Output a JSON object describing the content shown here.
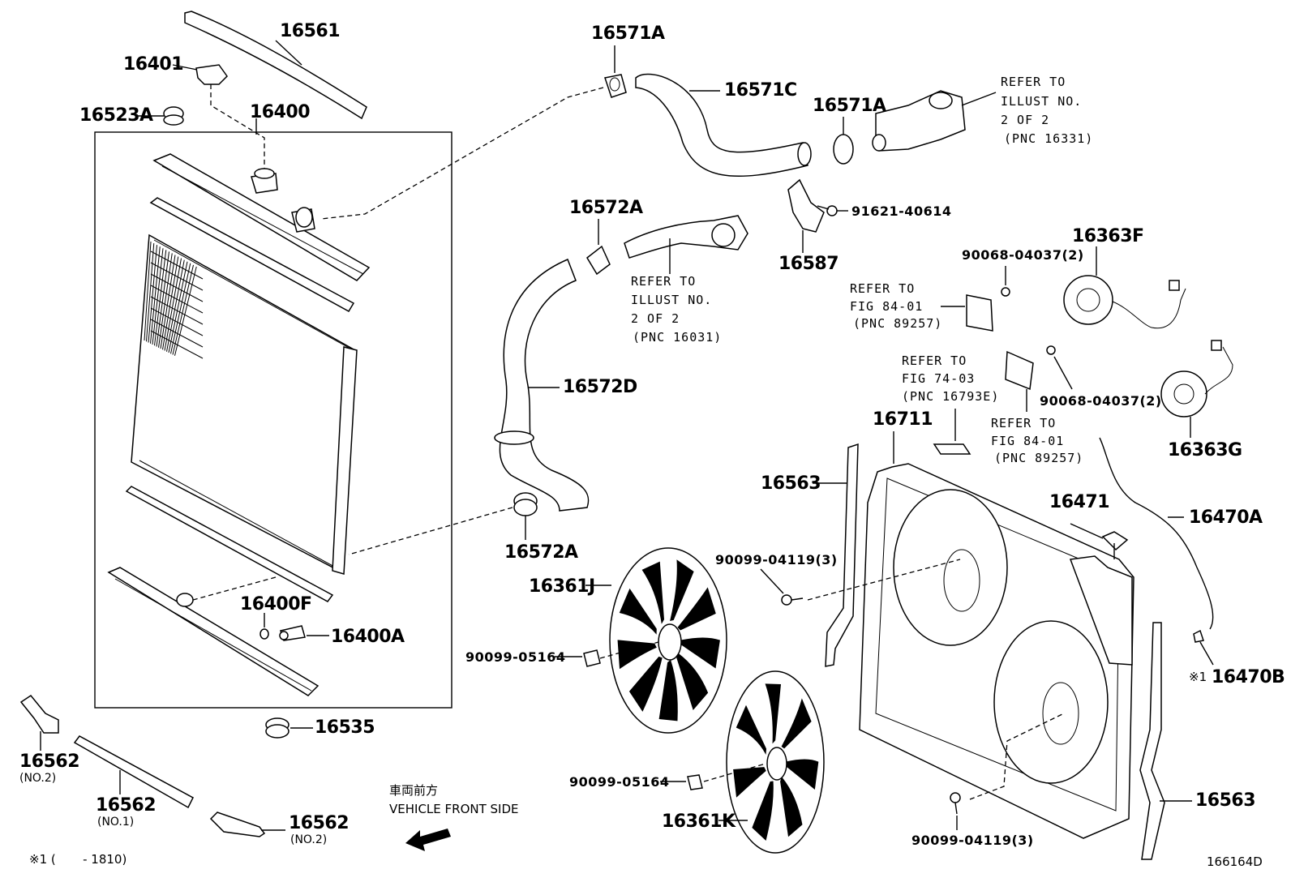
{
  "labels": {
    "p16561": "16561",
    "p16401": "16401",
    "p16523A": "16523A",
    "p16400": "16400",
    "p16571A_top": "16571A",
    "p16571C": "16571C",
    "p16571A_right": "16571A",
    "p16572A_top": "16572A",
    "p91621": "91621-40614",
    "p16587": "16587",
    "p16572D": "16572D",
    "p16572A_bottom": "16572A",
    "p16363F": "16363F",
    "p90068_a": "90068-04037(2)",
    "p90068_b": "90068-04037(2)",
    "p16363G": "16363G",
    "p16711": "16711",
    "p16563_left": "16563",
    "p16471": "16471",
    "p16470A": "16470A",
    "p16361J": "16361J",
    "p90099_04119_a": "90099-04119(3)",
    "p16400F": "16400F",
    "p16400A": "16400A",
    "p90099_05164_a": "90099-05164",
    "p16470B": "16470B",
    "p16535": "16535",
    "p16562_a": "16562",
    "p16562_b": "16562",
    "p16562_c": "16562",
    "p90099_05164_b": "90099-05164",
    "p16361K": "16361K",
    "p16563_right": "16563",
    "p90099_04119_b": "90099-04119(3)"
  },
  "sublabels": {
    "no2_a": "(NO.2)",
    "no1": "(NO.1)",
    "no2_b": "(NO.2)"
  },
  "refs": {
    "ref1": [
      "REFER TO",
      "ILLUST NO.",
      "2 OF 2",
      "(PNC 16331)"
    ],
    "ref2": [
      "REFER TO",
      "ILLUST NO.",
      "2 OF 2",
      "(PNC 16031)"
    ],
    "ref3": [
      "REFER TO",
      "FIG 84-01",
      "(PNC 89257)"
    ],
    "ref4": [
      "REFER TO",
      "FIG 74-03",
      "(PNC 16793E)"
    ],
    "ref5": [
      "REFER TO",
      "FIG 84-01",
      "(PNC 89257)"
    ]
  },
  "notes": {
    "front_jp": "車両前方",
    "front_en": "VEHICLE FRONT SIDE",
    "footnote": "※1 (       - 1810)",
    "mark": "※1",
    "illust_no": "166164D"
  }
}
